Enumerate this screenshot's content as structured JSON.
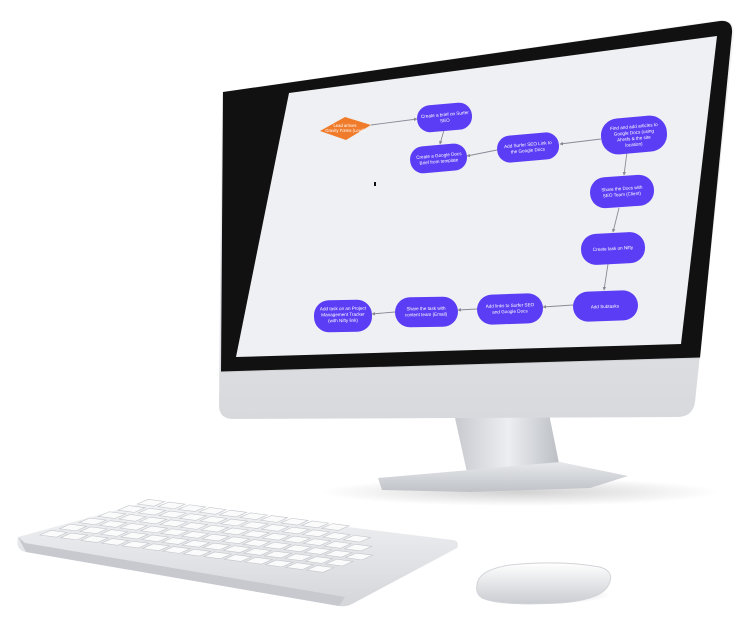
{
  "flowchart": {
    "start": {
      "label": "Lead arrives",
      "sub": "Gravity Forms (Lead)"
    },
    "steps": [
      {
        "id": "create-surfer",
        "line1": "Create a brief on Surfer",
        "line2": "SEO"
      },
      {
        "id": "create-google-doc",
        "line1": "Create a Google Docs",
        "line2": "Brief from template"
      },
      {
        "id": "add-surfer-url",
        "line1": "Add Surfer SEO Link to",
        "line2": "the Google Docs"
      },
      {
        "id": "find-and-add-articles",
        "line1": "Find and add articles to",
        "line2": "Google Docs (using",
        "line3": "Ahrefs & the site",
        "line4": "location)"
      },
      {
        "id": "share-docs",
        "line1": "Share the Docs with",
        "line2": "SEO Team (Client)"
      },
      {
        "id": "create-task",
        "line1": "Create task on Nifty",
        "line2": ""
      },
      {
        "id": "add-subtasks",
        "line1": "Add Subtasks",
        "line2": ""
      },
      {
        "id": "add-links",
        "line1": "Add links to Surfer SEO",
        "line2": "and Google Docs"
      },
      {
        "id": "share-task",
        "line1": "Share the task with",
        "line2": "content team (Email)"
      },
      {
        "id": "add-task-pm",
        "line1": "Add task on an Project",
        "line2": "Management Tracker",
        "line3": "(with Nifty link)"
      }
    ]
  },
  "colors": {
    "node": "#5b3df5",
    "start": "#f07b2a",
    "screen_bg": "#eef0f4",
    "bezel": "#111111",
    "body": "#e8e9ec",
    "edge": "#8a8a96"
  }
}
